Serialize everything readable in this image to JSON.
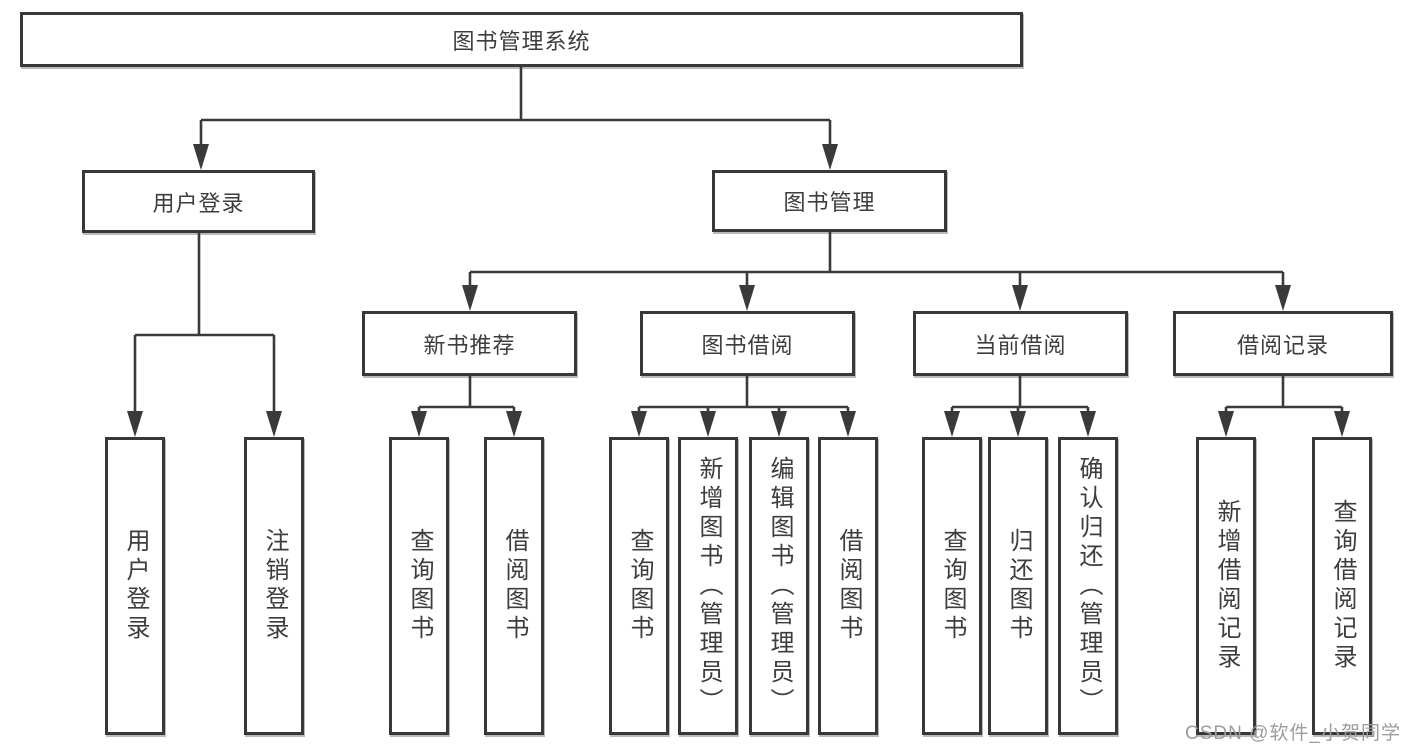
{
  "colors": {
    "background": "#ffffff",
    "line": "#3a3a3a",
    "box_border": "#383838",
    "text": "#3d3d3d",
    "watermark_text": "#9d9d9d"
  },
  "tree": {
    "root": {
      "label": "图书管理系统"
    },
    "branches": [
      {
        "label": "用户登录",
        "children": [
          {
            "label": "用户登录"
          },
          {
            "label": "注销登录"
          }
        ]
      },
      {
        "label": "图书管理",
        "children": [
          {
            "label": "新书推荐",
            "children": [
              {
                "label": "查询图书"
              },
              {
                "label": "借阅图书"
              }
            ]
          },
          {
            "label": "图书借阅",
            "children": [
              {
                "label": "查询图书"
              },
              {
                "label": "新增图书（管理员）"
              },
              {
                "label": "编辑图书（管理员）"
              },
              {
                "label": "借阅图书"
              }
            ]
          },
          {
            "label": "当前借阅",
            "children": [
              {
                "label": "查询图书"
              },
              {
                "label": "归还图书"
              },
              {
                "label": "确认归还（管理员）"
              }
            ]
          },
          {
            "label": "借阅记录",
            "children": [
              {
                "label": "新增借阅记录"
              },
              {
                "label": "查询借阅记录"
              }
            ]
          }
        ]
      }
    ]
  },
  "watermark": {
    "text": "CSDN @软件_小贺同学"
  }
}
